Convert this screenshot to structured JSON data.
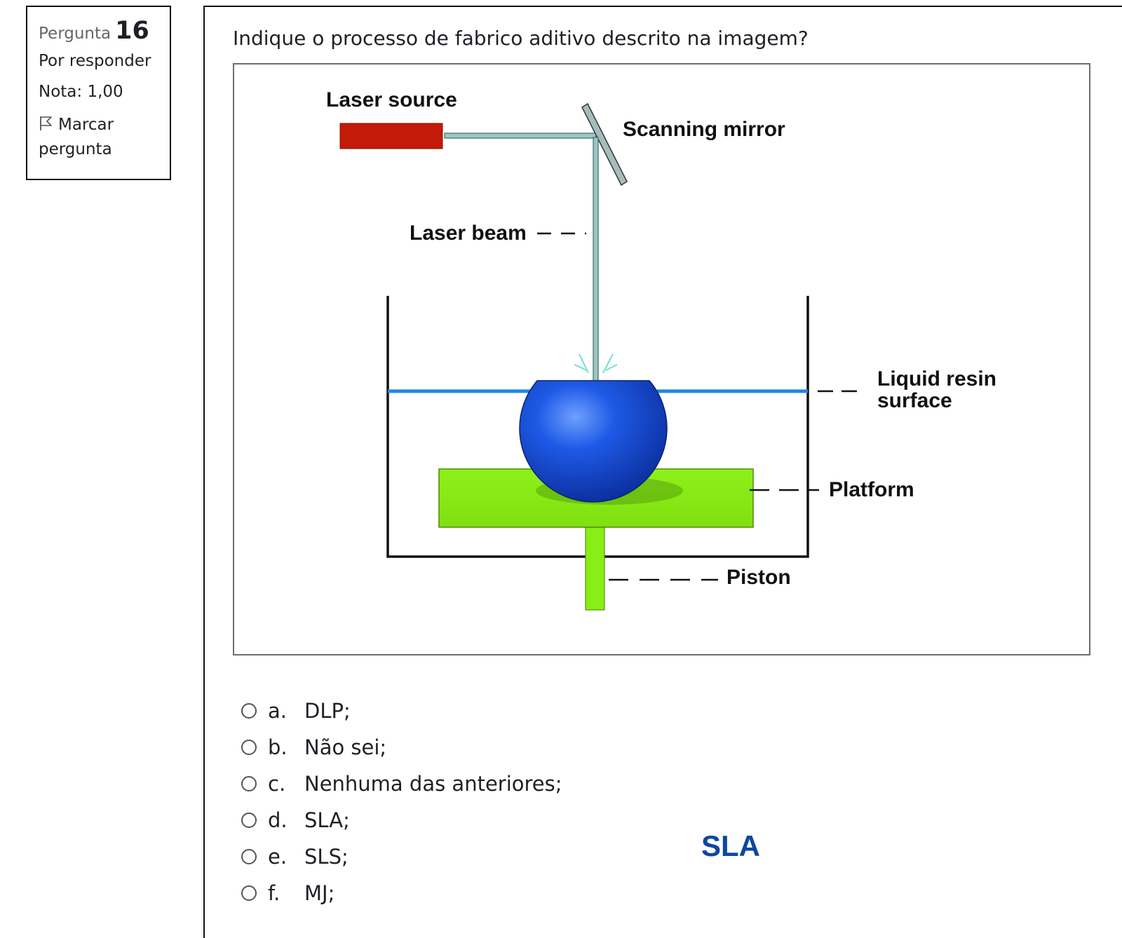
{
  "info": {
    "label": "Pergunta",
    "number": "16",
    "state": "Por responder",
    "grade": "Nota: 1,00",
    "flag_line1": "Marcar",
    "flag_line2": "pergunta",
    "flag_icon": "flag-outline-icon"
  },
  "question": {
    "text": "Indique o processo de fabrico aditivo descrito na imagem?"
  },
  "figure": {
    "labels": {
      "laser_source": "Laser source",
      "scanning_mirror": "Scanning mirror",
      "laser_beam": "Laser beam",
      "liquid_resin_line1": "Liquid resin",
      "liquid_resin_line2": "surface",
      "platform": "Platform",
      "piston": "Piston"
    },
    "colors": {
      "laser_source": "#c41a08",
      "resin_surface": "#1f86e8",
      "platform": "#88ee15",
      "part": "#1a4fd8",
      "beam": "#9cc7c2"
    }
  },
  "options": [
    {
      "letter": "a.",
      "text": "DLP;"
    },
    {
      "letter": "b.",
      "text": "Não sei;"
    },
    {
      "letter": "c.",
      "text": "Nenhuma das anteriores;"
    },
    {
      "letter": "d.",
      "text": "SLA;"
    },
    {
      "letter": "e.",
      "text": "SLS;"
    },
    {
      "letter": "f.",
      "text": "MJ;"
    }
  ],
  "overlay_answer": "SLA"
}
